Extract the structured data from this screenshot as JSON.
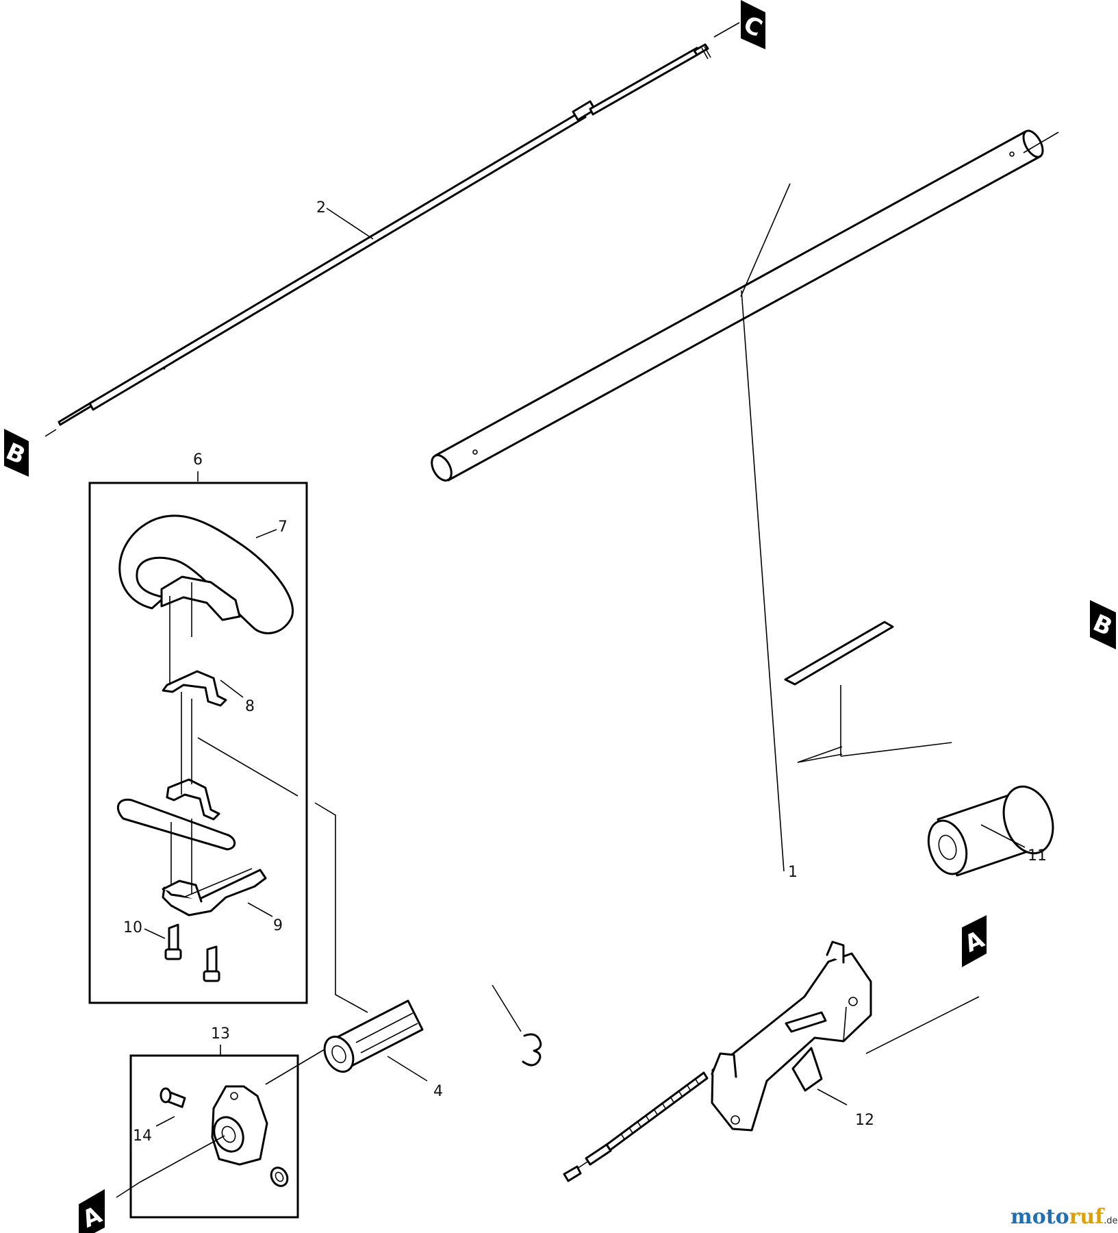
{
  "reference_markers": {
    "a": "A",
    "b": "B",
    "c": "C"
  },
  "callouts": {
    "p1": "1",
    "p2": "2",
    "p4": "4",
    "p6": "6",
    "p7": "7",
    "p8": "8",
    "p9": "9",
    "p10": "10",
    "p11": "11",
    "p12": "12",
    "p13": "13",
    "p14": "14"
  },
  "watermark": {
    "part1": "moto",
    "part2": "ruf",
    "suffix": ".de"
  }
}
